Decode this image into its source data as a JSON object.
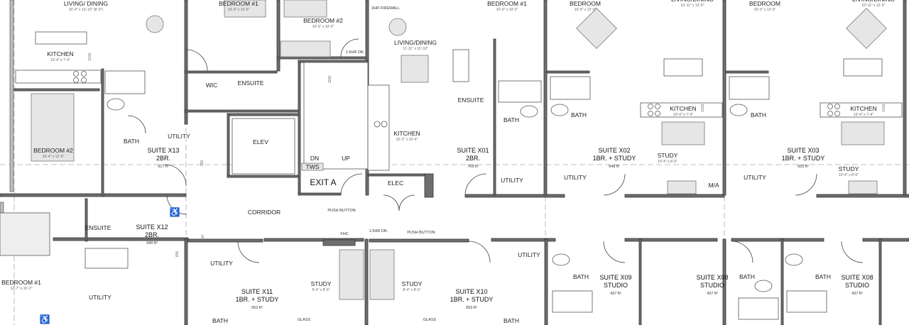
{
  "plan": {
    "rooms": [
      {
        "name": "LIVING/ DINING",
        "dim": "20'-4\" x 13'-10\" (8'-6\")"
      },
      {
        "name": "KITCHEN",
        "dim": "10'-4\" x 7'-4\""
      },
      {
        "name": "BEDROOM #2",
        "dim": "10'-4\" x 12'-6\""
      },
      {
        "name": "BEDROOM #1",
        "dim": "10'-9\" x 12'-6\""
      },
      {
        "name": "BEDROOM #2",
        "dim": "10'-0\" x 10'-0\""
      },
      {
        "name": "LIVING/DINING",
        "dim": "11'-11\" x 15'-10\""
      },
      {
        "name": "KITCHEN",
        "dim": "10'-2\" x 10'-4\""
      },
      {
        "name": "BEDROOM #1",
        "dim": "10'-0\" x 10'-0\""
      },
      {
        "name": "BEDROOM",
        "dim": "10'-0\" x 12'-0\""
      },
      {
        "name": "LIVING/DINING",
        "dim": "10'-11\" x 12'-6\""
      },
      {
        "name": "BEDROOM",
        "dim": "10'-0\" x 12'-0\""
      },
      {
        "name": "LIVING/DINING",
        "dim": "10'-11\" x 12'-6\""
      },
      {
        "name": "KITCHEN",
        "dim": "10'-4\" x 7'-4\""
      },
      {
        "name": "KITCHEN",
        "dim": "10'-4\" x 7'-4\""
      },
      {
        "name": "STUDY",
        "dim": "10'-4\" x 8'-6\""
      },
      {
        "name": "STUDY",
        "dim": "10'-4\" x 8'-6\""
      },
      {
        "name": "BEDROOM #1",
        "dim": "12'-7\" x 10'-2\""
      },
      {
        "name": "STUDY",
        "dim": "8'-4\" x 8'-6\""
      },
      {
        "name": "STUDY",
        "dim": "8'-4\" x 8'-6\""
      }
    ],
    "labels": [
      "BATH",
      "WIC",
      "ENSUITE",
      "UTILITY",
      "ELEV",
      "DN",
      "UP",
      "TWS",
      "ENSUITE",
      "BATH",
      "BATH",
      "BATH",
      "UTILITY",
      "UTILITY",
      "UTILITY",
      "M/A",
      "ELEC",
      "CORRIDOR",
      "ENSUITE",
      "UTILITY",
      "UTILITY",
      "BATH",
      "UTILITY",
      "BATH",
      "BATH",
      "BATH",
      "BATH"
    ],
    "notes": [
      "2HR FIREWALL",
      "1.5HR DR.",
      "PUSH BUTTON",
      "PUSH BUTTON",
      "1.5HR DR.",
      "FHC",
      "GLASS",
      "GLASS"
    ],
    "dimensions": [
      "1015",
      "1150",
      "350",
      "600",
      "410",
      "1015",
      "1015"
    ],
    "exit": "EXIT A",
    "suites": [
      {
        "name": "SUITE X13",
        "type": "2BR.",
        "area": "917 ft²"
      },
      {
        "name": "SUITE X01",
        "type": "2BR.",
        "area": "769 ft²"
      },
      {
        "name": "SUITE X02",
        "type": "1BR. + STUDY",
        "area": "648 ft²"
      },
      {
        "name": "SUITE X03",
        "type": "1BR. + STUDY",
        "area": "655 ft²"
      },
      {
        "name": "SUITE X12",
        "type": "2BR.",
        "area": "940 ft²"
      },
      {
        "name": "SUITE X11",
        "type": "1BR. + STUDY",
        "area": "652 ft²"
      },
      {
        "name": "SUITE X10",
        "type": "1BR. + STUDY",
        "area": "653 ft²"
      },
      {
        "name": "SUITE X09",
        "type": "STUDIO",
        "area": "437 ft²"
      },
      {
        "name": "SUITE X08",
        "type": "STUDIO",
        "area": "437 ft²"
      },
      {
        "name": "SUITE X08",
        "type": "STUDIO",
        "area": "437 ft²"
      }
    ]
  }
}
